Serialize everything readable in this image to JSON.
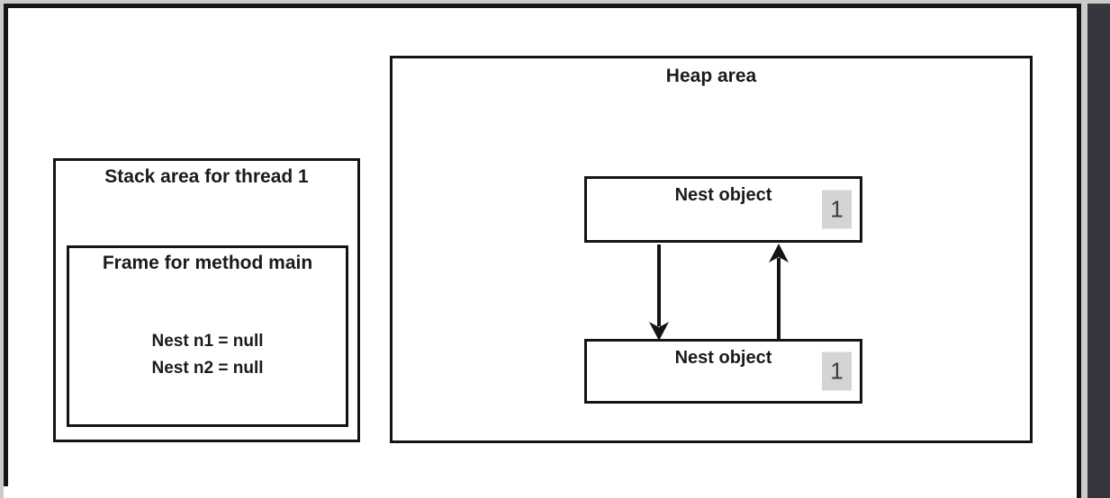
{
  "figure": {
    "stack": {
      "title": "Stack area for thread 1",
      "frame": {
        "title": "Frame for method main",
        "vars": [
          "Nest n1 = null",
          "Nest n2 = null"
        ]
      }
    },
    "heap": {
      "title": "Heap area",
      "objects": [
        {
          "label": "Nest object",
          "badge": "1"
        },
        {
          "label": "Nest object",
          "badge": "1"
        }
      ]
    }
  },
  "colors": {
    "border_black": "#141414",
    "badge_bg": "#d4d4d4",
    "badge_text": "#3c3c3c",
    "side_panel_dark": "#36363f",
    "chrome_gray": "#cbcbcb"
  }
}
